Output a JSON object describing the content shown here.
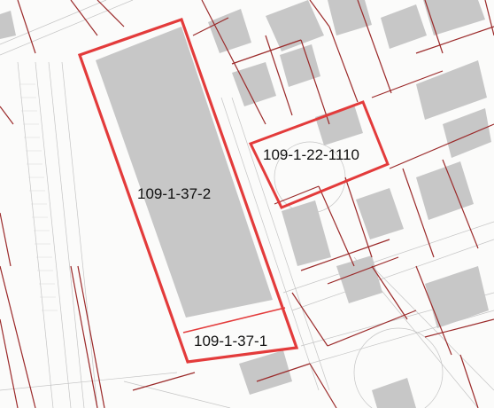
{
  "parcels": [
    {
      "id": "109-1-37-2",
      "label": "109-1-37-2"
    },
    {
      "id": "109-1-22-1110",
      "label": "109-1-22-1110"
    },
    {
      "id": "109-1-37-1",
      "label": "109-1-37-1"
    }
  ],
  "colors": {
    "highlight": "#e33b3b",
    "parcel_line": "#9b2a2a",
    "building_fill": "#c7c7c7",
    "background": "#fbfbfa",
    "street_line": "#b9b9b9"
  }
}
